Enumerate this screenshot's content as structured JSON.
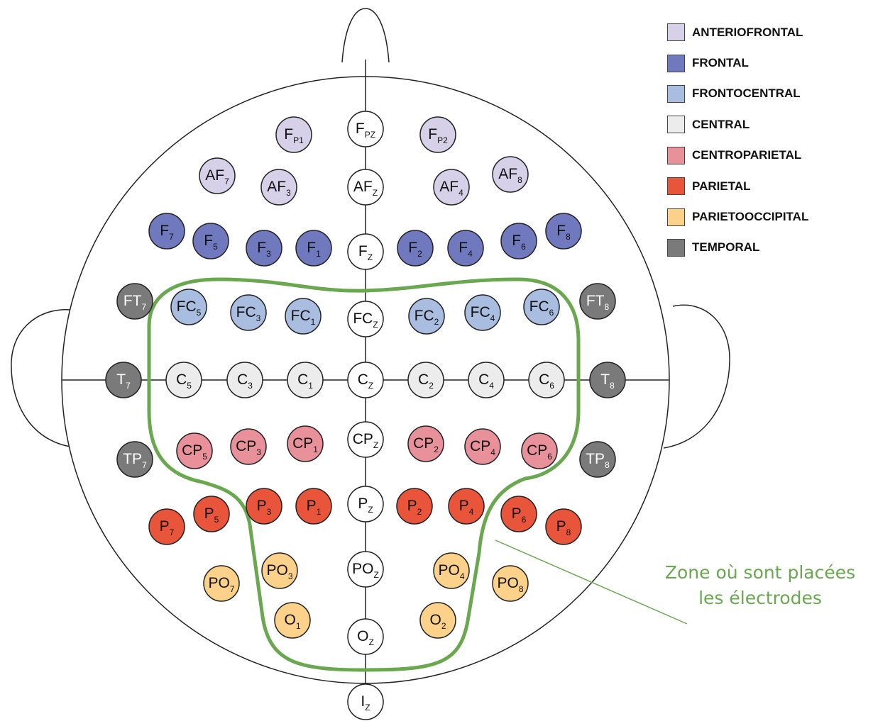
{
  "legend": [
    {
      "key": "anteriofrontal",
      "label": "ANTERIOFRONTAL",
      "color": "#d6d0e8"
    },
    {
      "key": "frontal",
      "label": "FRONTAL",
      "color": "#7079bd"
    },
    {
      "key": "frontocentral",
      "label": "FRONTOCENTRAL",
      "color": "#a9bde0"
    },
    {
      "key": "central",
      "label": "CENTRAL",
      "color": "#ececec"
    },
    {
      "key": "centroparietal",
      "label": "CENTROPARIETAL",
      "color": "#e8919b"
    },
    {
      "key": "parietal",
      "label": "PARIETAL",
      "color": "#e8553a"
    },
    {
      "key": "parietooccipital",
      "label": "PARIETOOCCIPITAL",
      "color": "#fcd28a"
    },
    {
      "key": "temporal",
      "label": "TEMPORAL",
      "color": "#7a7a7a"
    }
  ],
  "midline_color": "#ffffff",
  "outline_color": "#222222",
  "zone_color": "#6aa84f",
  "annotation": {
    "line1": "Zone où sont placées",
    "line2": "les électrodes",
    "color": "#6aa84f"
  },
  "electrodes": [
    {
      "id": "FPZ",
      "base": "F",
      "sub": "PZ",
      "region": "midline"
    },
    {
      "id": "FP1",
      "base": "F",
      "sub": "P1",
      "region": "anteriofrontal"
    },
    {
      "id": "FP2",
      "base": "F",
      "sub": "P2",
      "region": "anteriofrontal"
    },
    {
      "id": "AF7",
      "base": "AF",
      "sub": "7",
      "region": "anteriofrontal"
    },
    {
      "id": "AF3",
      "base": "AF",
      "sub": "3",
      "region": "anteriofrontal"
    },
    {
      "id": "AFZ",
      "base": "AF",
      "sub": "Z",
      "region": "midline"
    },
    {
      "id": "AF4",
      "base": "AF",
      "sub": "4",
      "region": "anteriofrontal"
    },
    {
      "id": "AF8",
      "base": "AF",
      "sub": "8",
      "region": "anteriofrontal"
    },
    {
      "id": "F7",
      "base": "F",
      "sub": "7",
      "region": "frontal"
    },
    {
      "id": "F5",
      "base": "F",
      "sub": "5",
      "region": "frontal"
    },
    {
      "id": "F3",
      "base": "F",
      "sub": "3",
      "region": "frontal"
    },
    {
      "id": "F1",
      "base": "F",
      "sub": "1",
      "region": "frontal"
    },
    {
      "id": "FZ",
      "base": "F",
      "sub": "Z",
      "region": "midline"
    },
    {
      "id": "F2",
      "base": "F",
      "sub": "2",
      "region": "frontal"
    },
    {
      "id": "F4",
      "base": "F",
      "sub": "4",
      "region": "frontal"
    },
    {
      "id": "F6",
      "base": "F",
      "sub": "6",
      "region": "frontal"
    },
    {
      "id": "F8",
      "base": "F",
      "sub": "8",
      "region": "frontal"
    },
    {
      "id": "FT7",
      "base": "FT",
      "sub": "7",
      "region": "temporal"
    },
    {
      "id": "FC5",
      "base": "FC",
      "sub": "5",
      "region": "frontocentral"
    },
    {
      "id": "FC3",
      "base": "FC",
      "sub": "3",
      "region": "frontocentral"
    },
    {
      "id": "FC1",
      "base": "FC",
      "sub": "1",
      "region": "frontocentral"
    },
    {
      "id": "FCZ",
      "base": "FC",
      "sub": "Z",
      "region": "midline"
    },
    {
      "id": "FC2",
      "base": "FC",
      "sub": "2",
      "region": "frontocentral"
    },
    {
      "id": "FC4",
      "base": "FC",
      "sub": "4",
      "region": "frontocentral"
    },
    {
      "id": "FC6",
      "base": "FC",
      "sub": "6",
      "region": "frontocentral"
    },
    {
      "id": "FT8",
      "base": "FT",
      "sub": "8",
      "region": "temporal"
    },
    {
      "id": "T7",
      "base": "T",
      "sub": "7",
      "region": "temporal"
    },
    {
      "id": "C5",
      "base": "C",
      "sub": "5",
      "region": "central"
    },
    {
      "id": "C3",
      "base": "C",
      "sub": "3",
      "region": "central"
    },
    {
      "id": "C1",
      "base": "C",
      "sub": "1",
      "region": "central"
    },
    {
      "id": "CZ",
      "base": "C",
      "sub": "Z",
      "region": "midline"
    },
    {
      "id": "C2",
      "base": "C",
      "sub": "2",
      "region": "central"
    },
    {
      "id": "C4",
      "base": "C",
      "sub": "4",
      "region": "central"
    },
    {
      "id": "C6",
      "base": "C",
      "sub": "6",
      "region": "central"
    },
    {
      "id": "T8",
      "base": "T",
      "sub": "8",
      "region": "temporal"
    },
    {
      "id": "TP7",
      "base": "TP",
      "sub": "7",
      "region": "temporal"
    },
    {
      "id": "CP5",
      "base": "CP",
      "sub": "5",
      "region": "centroparietal"
    },
    {
      "id": "CP3",
      "base": "CP",
      "sub": "3",
      "region": "centroparietal"
    },
    {
      "id": "CP1",
      "base": "CP",
      "sub": "1",
      "region": "centroparietal"
    },
    {
      "id": "CPZ",
      "base": "CP",
      "sub": "Z",
      "region": "midline"
    },
    {
      "id": "CP2",
      "base": "CP",
      "sub": "2",
      "region": "centroparietal"
    },
    {
      "id": "CP4",
      "base": "CP",
      "sub": "4",
      "region": "centroparietal"
    },
    {
      "id": "CP6",
      "base": "CP",
      "sub": "6",
      "region": "centroparietal"
    },
    {
      "id": "TP8",
      "base": "TP",
      "sub": "8",
      "region": "temporal"
    },
    {
      "id": "P7",
      "base": "P",
      "sub": "7",
      "region": "parietal"
    },
    {
      "id": "P5",
      "base": "P",
      "sub": "5",
      "region": "parietal"
    },
    {
      "id": "P3",
      "base": "P",
      "sub": "3",
      "region": "parietal"
    },
    {
      "id": "P1",
      "base": "P",
      "sub": "1",
      "region": "parietal"
    },
    {
      "id": "PZ",
      "base": "P",
      "sub": "Z",
      "region": "midline"
    },
    {
      "id": "P2",
      "base": "P",
      "sub": "2",
      "region": "parietal"
    },
    {
      "id": "P4",
      "base": "P",
      "sub": "4",
      "region": "parietal"
    },
    {
      "id": "P6",
      "base": "P",
      "sub": "6",
      "region": "parietal"
    },
    {
      "id": "P8",
      "base": "P",
      "sub": "8",
      "region": "parietal"
    },
    {
      "id": "PO7",
      "base": "PO",
      "sub": "7",
      "region": "parietooccipital"
    },
    {
      "id": "PO3",
      "base": "PO",
      "sub": "3",
      "region": "parietooccipital"
    },
    {
      "id": "POZ",
      "base": "PO",
      "sub": "Z",
      "region": "midline"
    },
    {
      "id": "PO4",
      "base": "PO",
      "sub": "4",
      "region": "parietooccipital"
    },
    {
      "id": "PO8",
      "base": "PO",
      "sub": "8",
      "region": "parietooccipital"
    },
    {
      "id": "O1",
      "base": "O",
      "sub": "1",
      "region": "parietooccipital"
    },
    {
      "id": "OZ",
      "base": "O",
      "sub": "Z",
      "region": "midline"
    },
    {
      "id": "O2",
      "base": "O",
      "sub": "2",
      "region": "parietooccipital"
    },
    {
      "id": "IZ",
      "base": "I",
      "sub": "Z",
      "region": "midline"
    }
  ]
}
